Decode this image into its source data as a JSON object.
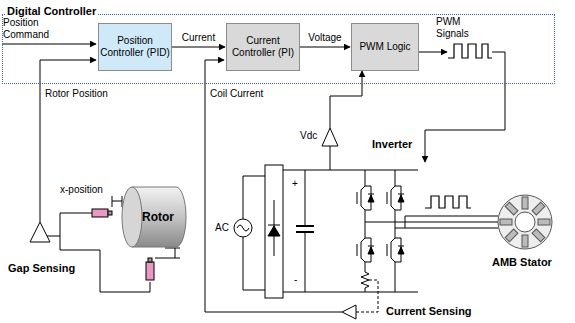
{
  "diagram": {
    "nodes": [
      {
        "text": [
          "Digital Controller"
        ]
      },
      {
        "text": [
          "Position Controller (PID)"
        ],
        "in": 0
      },
      {
        "text": [
          "Current Controller (PI)"
        ],
        "in": 0
      },
      {
        "text": [
          "PWM Logic"
        ],
        "in": 0
      },
      {
        "text": [
          "Rotor"
        ]
      }
    ],
    "edges": [
      {
        "from": 1,
        "to": 2,
        "label": "Current",
        "arrow": "to"
      },
      {
        "from": 2,
        "to": 3,
        "label": "Voltage",
        "arrow": "to"
      }
    ],
    "labels": [
      "Position Command",
      "PWM Signals",
      "Rotor Position",
      "Coil Current",
      "Vdc",
      "Inverter",
      "x-position",
      "Gap Sensing",
      "AC",
      "+",
      "-",
      "AMB Stator",
      "Current Sensing"
    ]
  }
}
